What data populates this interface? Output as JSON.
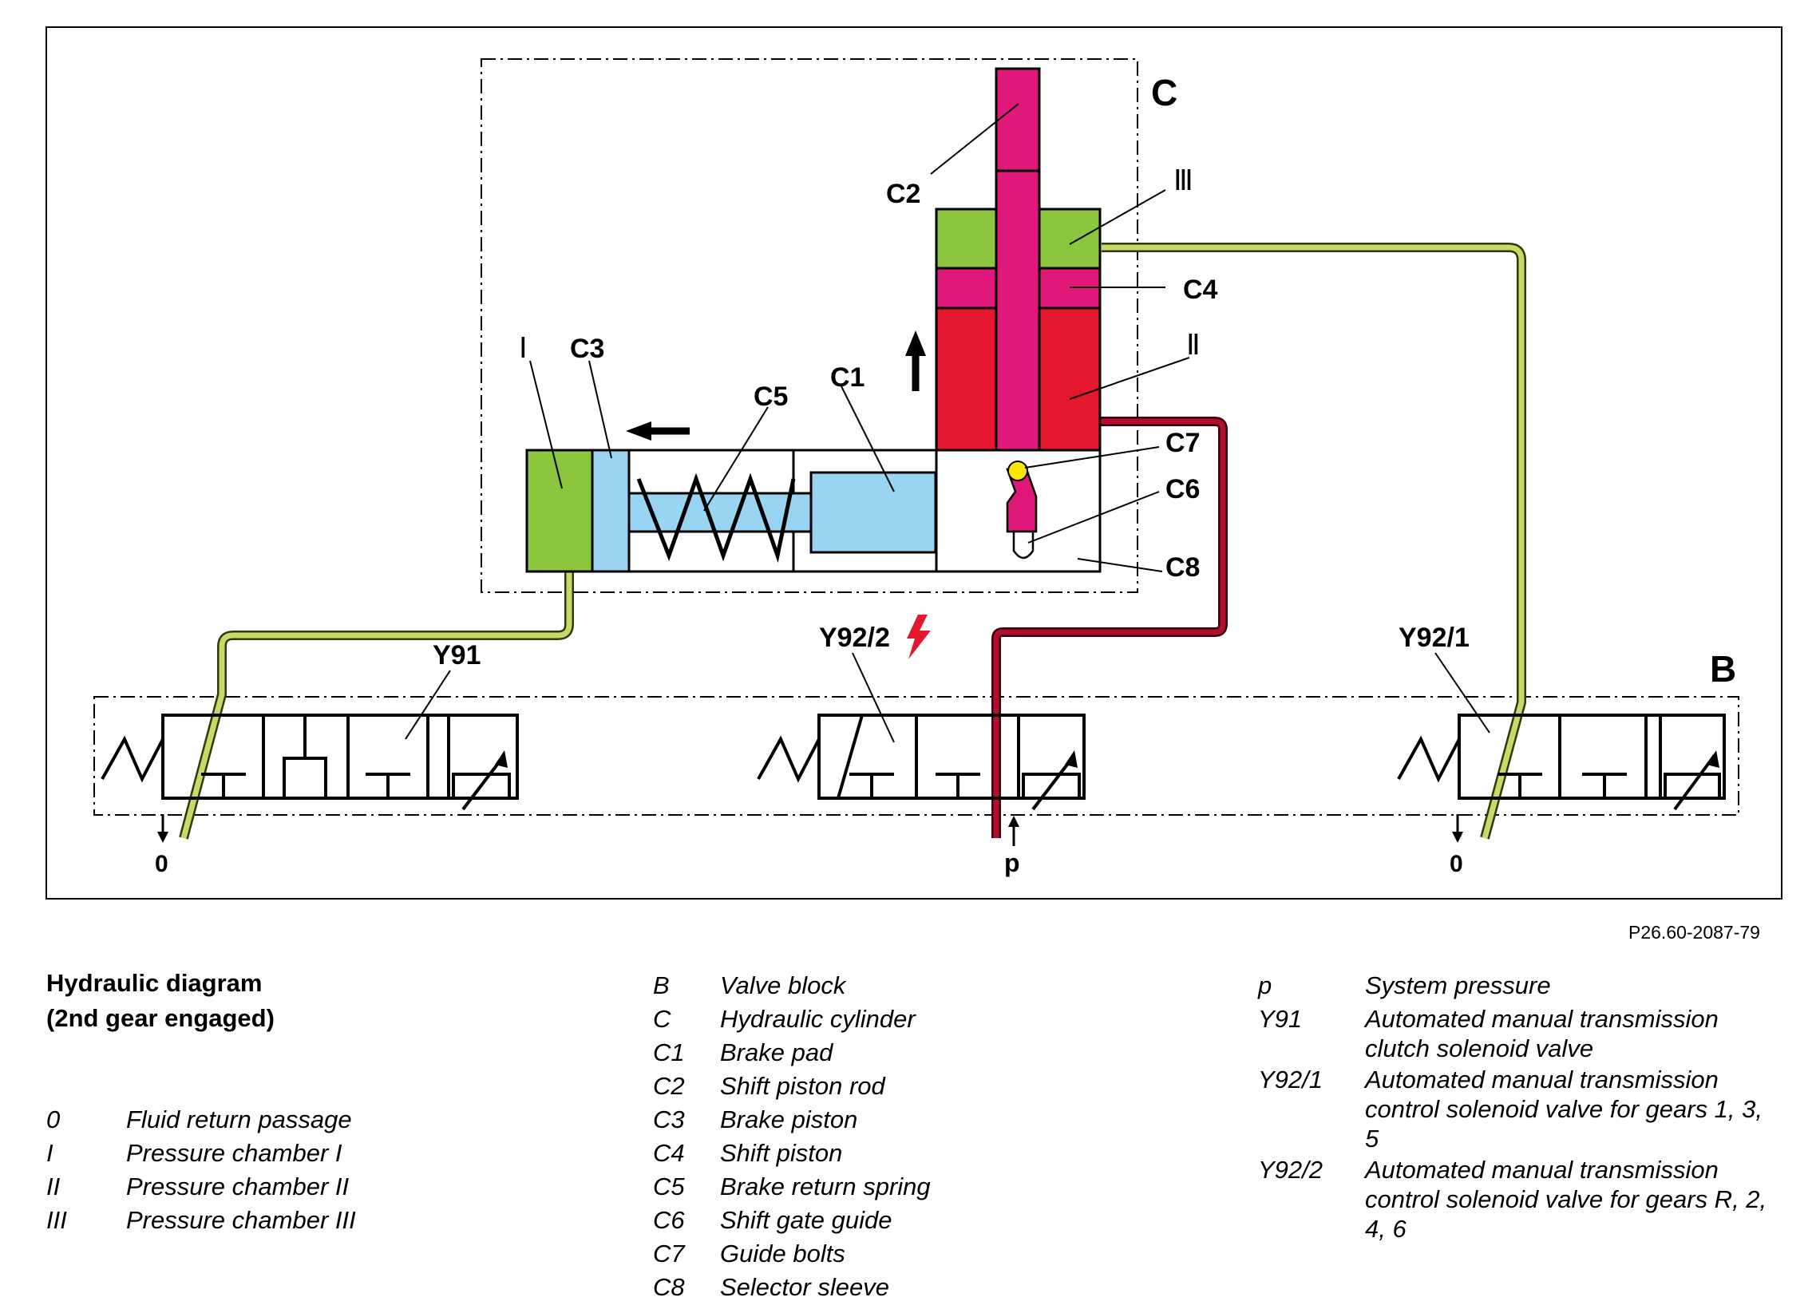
{
  "diagram": {
    "labels": {
      "C": "C",
      "B": "B",
      "C1": "C1",
      "C2": "C2",
      "C3": "C3",
      "C4": "C4",
      "C5": "C5",
      "C6": "C6",
      "C7": "C7",
      "C8": "C8",
      "Y91": "Y91",
      "Y92_2": "Y92/2",
      "Y92_1": "Y92/1",
      "chamber_I": "Ⅰ",
      "chamber_II": "Ⅱ",
      "chamber_III": "Ⅲ",
      "port_left": "0",
      "port_mid": "p",
      "port_right": "0"
    },
    "colors": {
      "green_line": "#c8d96a",
      "red_line": "#b0102c",
      "green_chamber": "#8cc63f",
      "blue_part": "#99d4f2",
      "magenta_part": "#e0187a",
      "red_chamber": "#e5172e",
      "yellow_bolt": "#ffe600"
    },
    "ref_code": "P26.60-2087-79"
  },
  "legend": {
    "title_line1": "Hydraulic diagram",
    "title_line2": "(2nd gear engaged)",
    "col1": [
      {
        "key": "0",
        "value": "Fluid return passage"
      },
      {
        "key": "I",
        "value": "Pressure chamber I"
      },
      {
        "key": "II",
        "value": "Pressure chamber II"
      },
      {
        "key": "III",
        "value": "Pressure chamber III"
      }
    ],
    "col2": [
      {
        "key": "B",
        "value": "Valve block"
      },
      {
        "key": "C",
        "value": "Hydraulic cylinder"
      },
      {
        "key": "C1",
        "value": "Brake pad"
      },
      {
        "key": "C2",
        "value": "Shift piston rod"
      },
      {
        "key": "C3",
        "value": "Brake piston"
      },
      {
        "key": "C4",
        "value": "Shift piston"
      },
      {
        "key": "C5",
        "value": "Brake return spring"
      },
      {
        "key": "C6",
        "value": "Shift gate guide"
      },
      {
        "key": "C7",
        "value": "Guide bolts"
      },
      {
        "key": "C8",
        "value": "Selector sleeve"
      }
    ],
    "col3": [
      {
        "key": "p",
        "value": "System pressure"
      },
      {
        "key": "Y91",
        "value": "Automated manual transmission clutch solenoid valve"
      },
      {
        "key": "Y92/1",
        "value": "Automated manual transmission control solenoid valve for gears 1, 3, 5"
      },
      {
        "key": "Y92/2",
        "value": "Automated manual transmission control solenoid valve for gears R, 2, 4, 6"
      }
    ]
  }
}
